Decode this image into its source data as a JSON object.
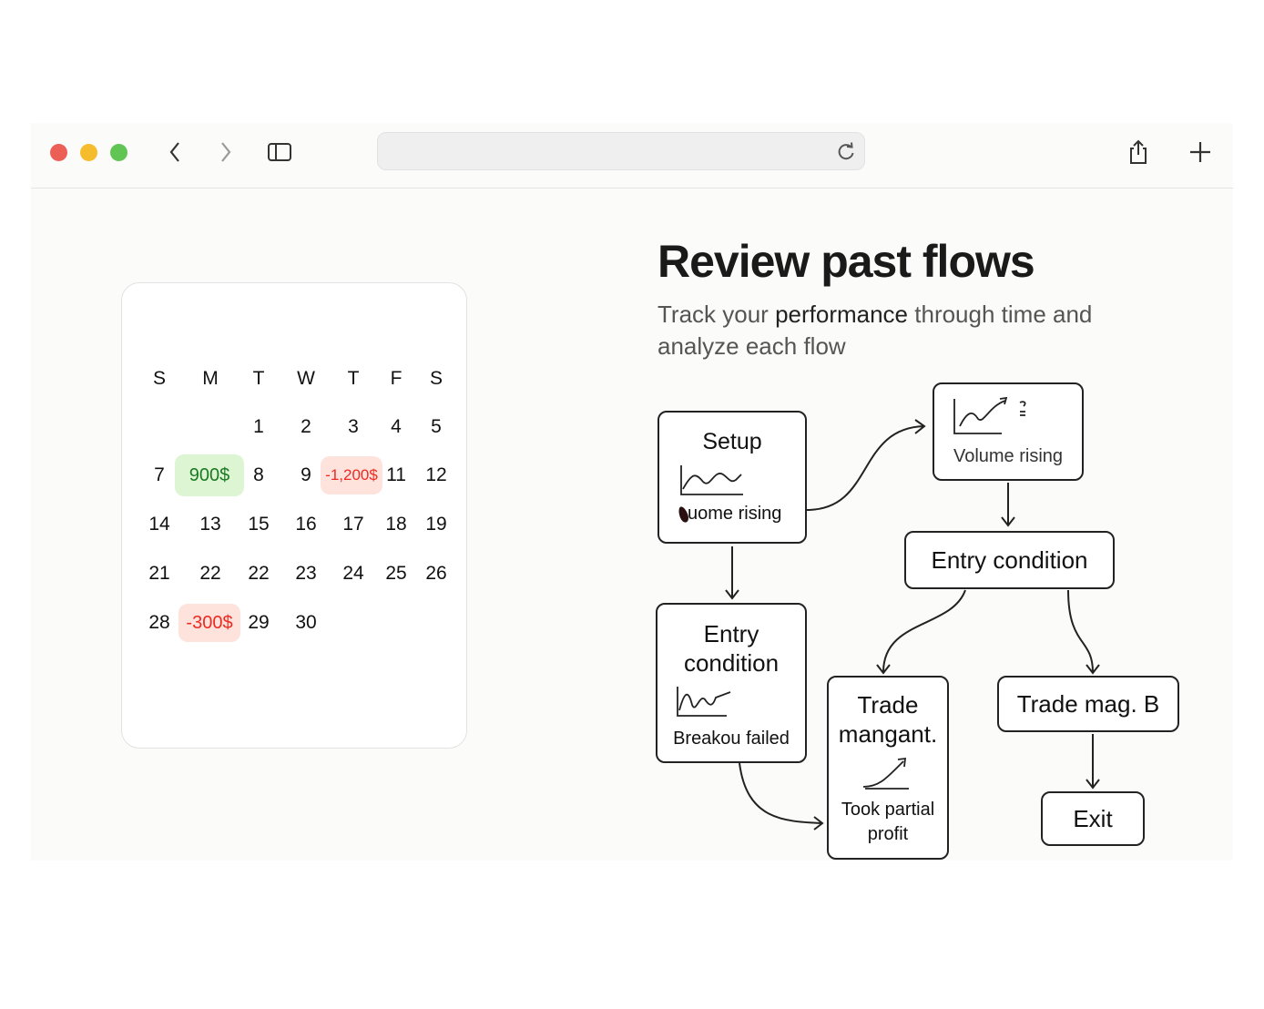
{
  "browser": {
    "traffic_lights": [
      "#ec5f57",
      "#f5bd2e",
      "#61c554"
    ],
    "icons": [
      "back-icon",
      "forward-icon",
      "sidebar-icon",
      "reload-icon",
      "share-icon",
      "new-tab-icon"
    ],
    "url": ""
  },
  "calendar": {
    "weekdays": [
      "S",
      "M",
      "T",
      "W",
      "T",
      "F",
      "S"
    ],
    "rows": [
      [
        "",
        "",
        "1",
        "2",
        "3",
        "4",
        "5"
      ],
      [
        "7",
        "900$",
        "8",
        "9",
        "-1,200$",
        "11",
        "12"
      ],
      [
        "14",
        "13",
        "15",
        "16",
        "17",
        "18",
        "19"
      ],
      [
        "21",
        "22",
        "22",
        "23",
        "24",
        "25",
        "26"
      ],
      [
        "28",
        "-300$",
        "29",
        "30",
        "",
        "",
        ""
      ]
    ],
    "badges": {
      "positive_color": "#1a7a22",
      "positive_bg": "#def5d4",
      "negative_color": "#ee2a22",
      "negative_bg": "#fde3dc"
    }
  },
  "hero": {
    "title": "Review past flows",
    "subtitle_pre": "Track your ",
    "subtitle_bold": "performance",
    "subtitle_post": " through time and analyze each flow"
  },
  "flow": {
    "setup": {
      "title": "Setup",
      "caption": "uome rising"
    },
    "volume": {
      "caption": "Volume rising"
    },
    "entry_right": {
      "title": "Entry condition"
    },
    "entry_left": {
      "title": "Entry condition",
      "caption": "Breakou failed"
    },
    "trade_mgmt": {
      "title": "Trade mangant.",
      "caption": "Took partial profit"
    },
    "trade_b": {
      "title": "Trade mag. B"
    },
    "exit": {
      "title": "Exit"
    }
  }
}
